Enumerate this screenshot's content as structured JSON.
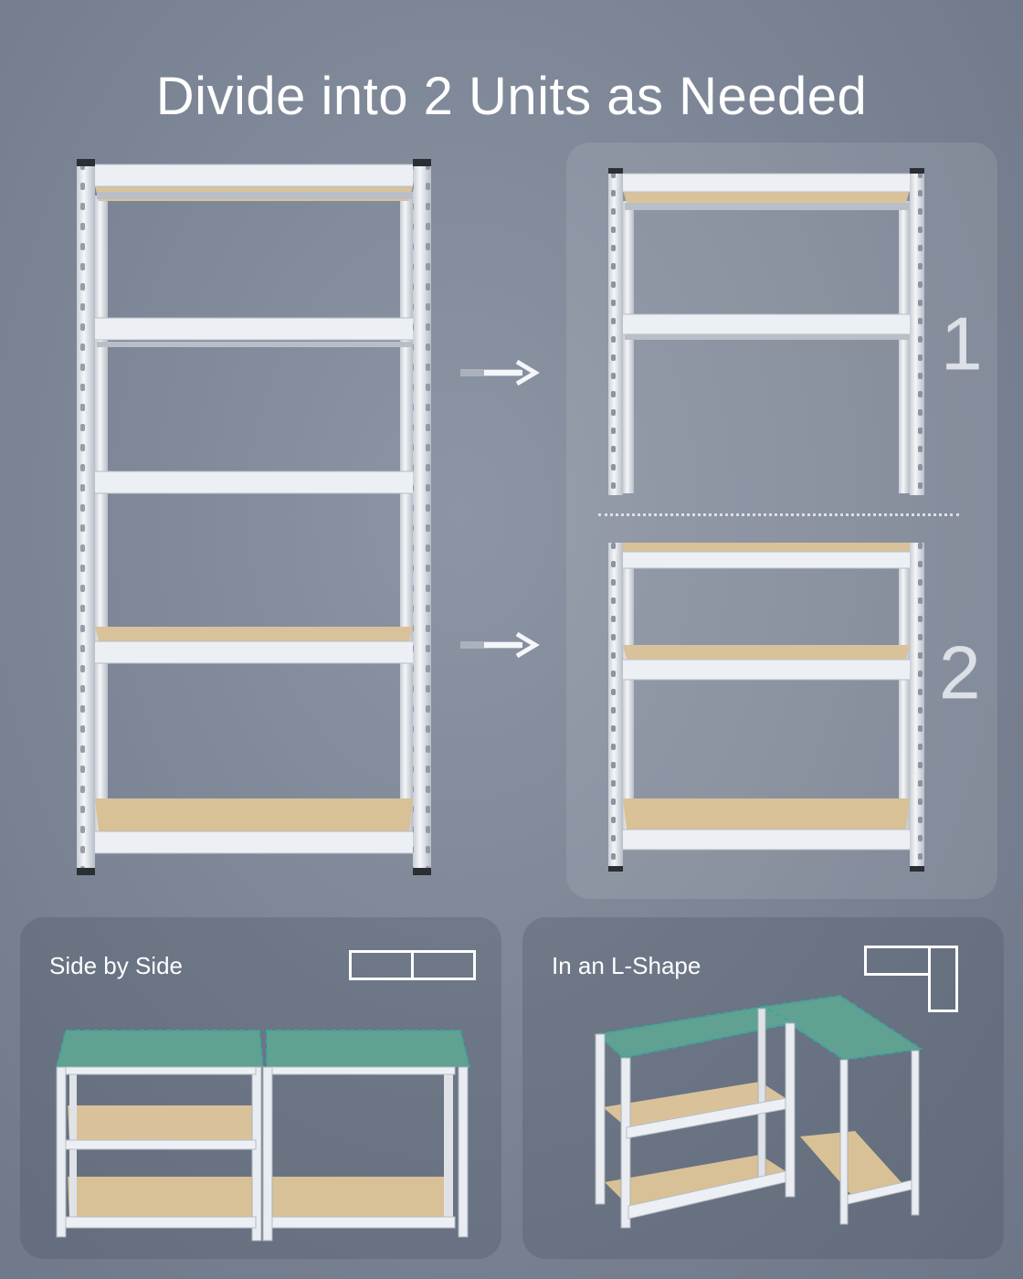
{
  "title": "Divide into 2 Units as Needed",
  "units": [
    {
      "label": "1"
    },
    {
      "label": "2"
    }
  ],
  "configurations": [
    {
      "label": "Side by Side",
      "icon": "side-by-side-layout-icon"
    },
    {
      "label": "In an L-Shape",
      "icon": "l-shape-layout-icon"
    }
  ],
  "colors": {
    "background": "#7b8494",
    "steel": "#e8ebef",
    "board": "#d9c29a",
    "top_highlight": "#5fa693",
    "dashed_edge": "#3aa6a0"
  }
}
